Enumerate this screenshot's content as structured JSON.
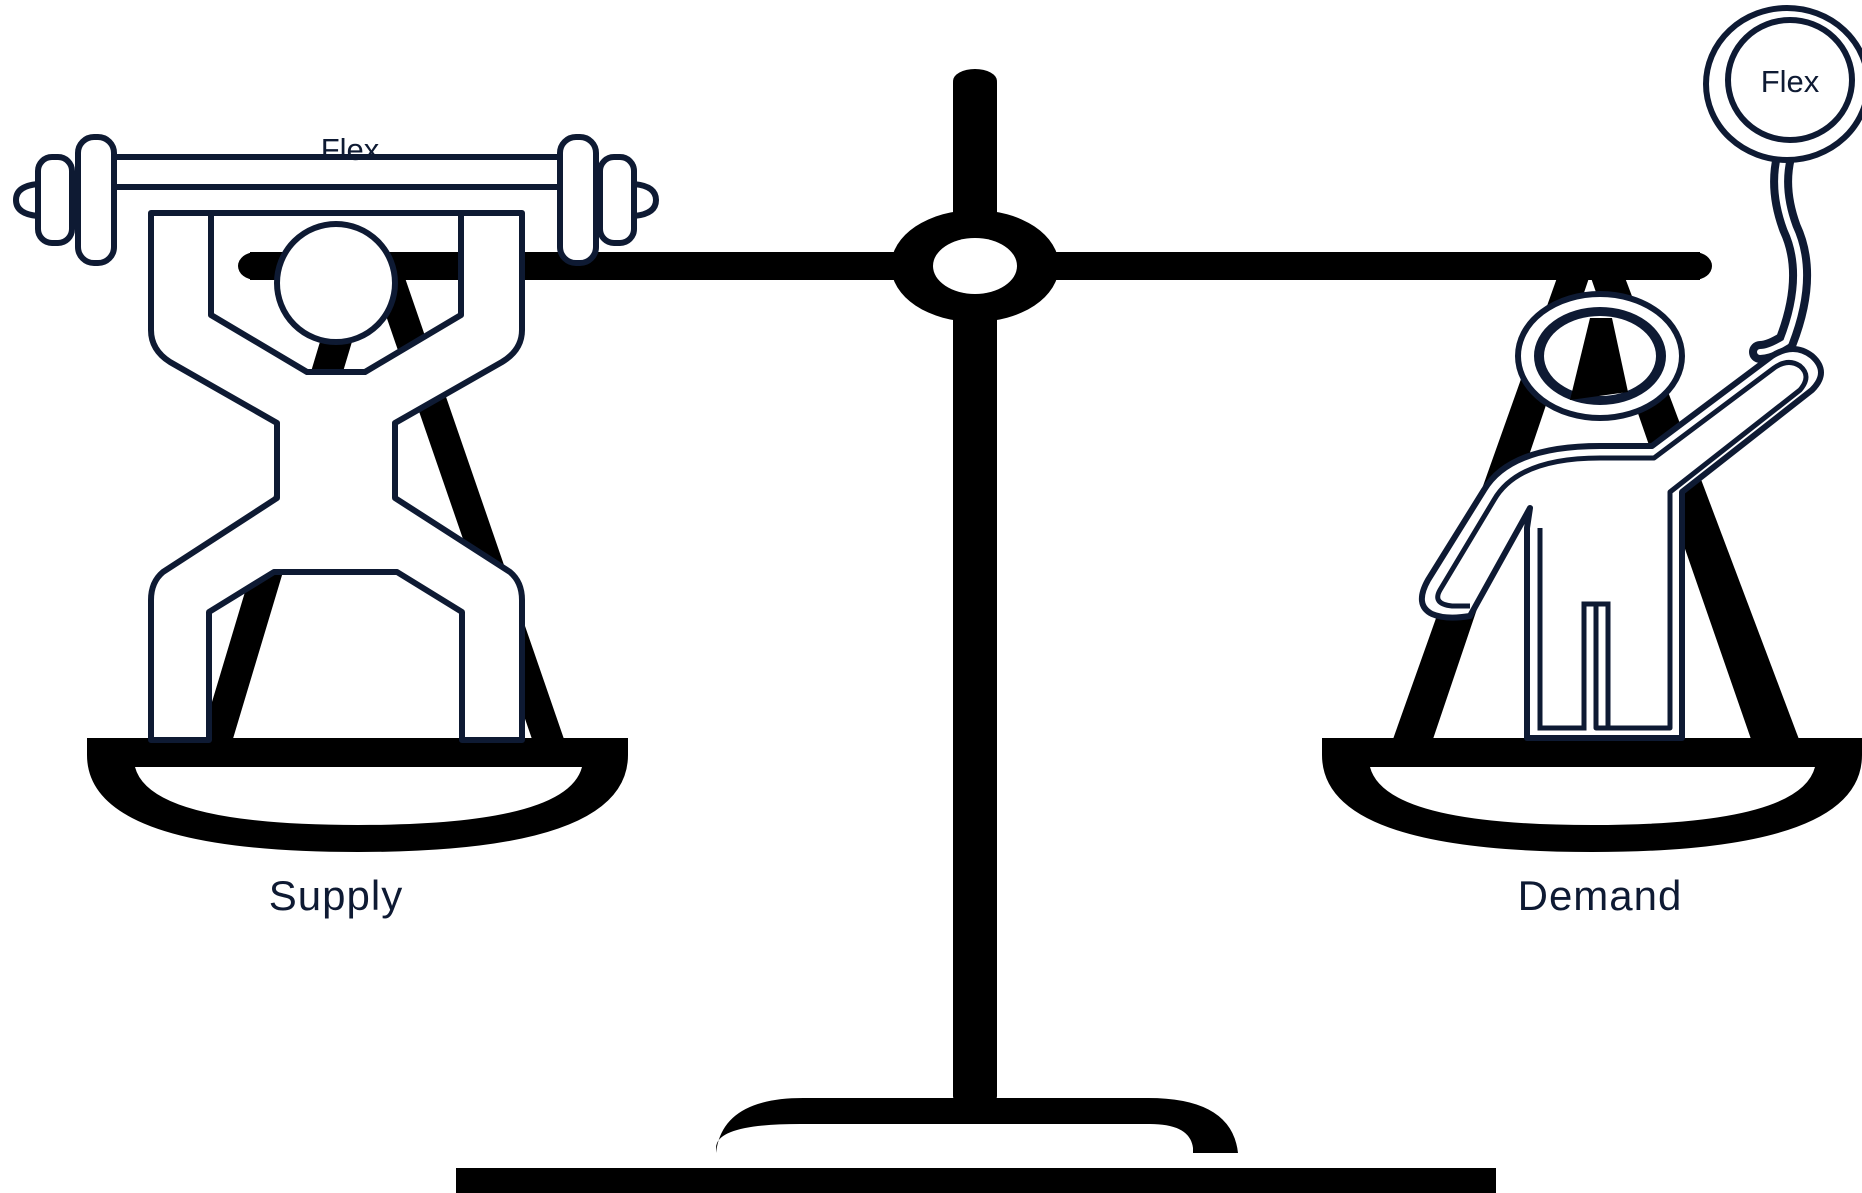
{
  "labels": {
    "supply": "Supply",
    "demand": "Demand",
    "barbell": "Flex",
    "balloon": "Flex"
  },
  "colors": {
    "scale": "#000000",
    "figure_outline": "#0e1a33",
    "text": "#0e1a33",
    "background": "#ffffff"
  },
  "icons": {
    "scale": "balance-scale-icon",
    "supply_figure": "weightlifter-icon",
    "demand_figure": "person-with-balloon-icon"
  }
}
